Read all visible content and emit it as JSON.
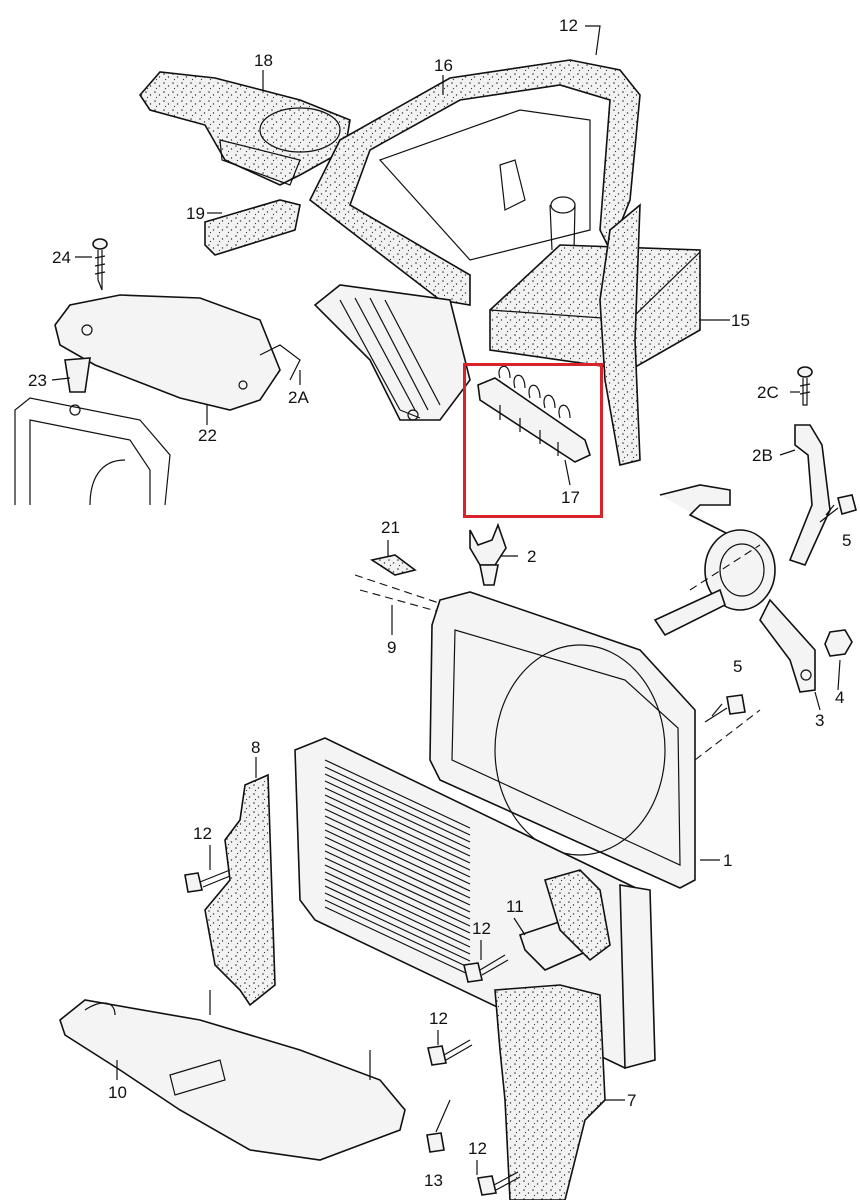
{
  "diagram": {
    "title": "Radiator and fan shroud parts diagram",
    "highlight_color": "#d9232a",
    "highlighted_part": "17",
    "callouts": [
      {
        "id": "c12a",
        "label": "12"
      },
      {
        "id": "c18",
        "label": "18"
      },
      {
        "id": "c16",
        "label": "16"
      },
      {
        "id": "c19",
        "label": "19"
      },
      {
        "id": "c24",
        "label": "24"
      },
      {
        "id": "c15",
        "label": "15"
      },
      {
        "id": "c2C",
        "label": "2C"
      },
      {
        "id": "c23",
        "label": "23"
      },
      {
        "id": "c2A",
        "label": "2A"
      },
      {
        "id": "c22",
        "label": "22"
      },
      {
        "id": "c2B",
        "label": "2B"
      },
      {
        "id": "c17",
        "label": "17"
      },
      {
        "id": "c5a",
        "label": "5"
      },
      {
        "id": "c21",
        "label": "21"
      },
      {
        "id": "c2",
        "label": "2"
      },
      {
        "id": "c9",
        "label": "9"
      },
      {
        "id": "c5b",
        "label": "5"
      },
      {
        "id": "c4",
        "label": "4"
      },
      {
        "id": "c3",
        "label": "3"
      },
      {
        "id": "c8",
        "label": "8"
      },
      {
        "id": "c1",
        "label": "1"
      },
      {
        "id": "c12b",
        "label": "12"
      },
      {
        "id": "c11",
        "label": "11"
      },
      {
        "id": "c12c",
        "label": "12"
      },
      {
        "id": "c12d",
        "label": "12"
      },
      {
        "id": "c10",
        "label": "10"
      },
      {
        "id": "c7",
        "label": "7"
      },
      {
        "id": "c12e",
        "label": "12"
      },
      {
        "id": "c13",
        "label": "13"
      }
    ]
  }
}
